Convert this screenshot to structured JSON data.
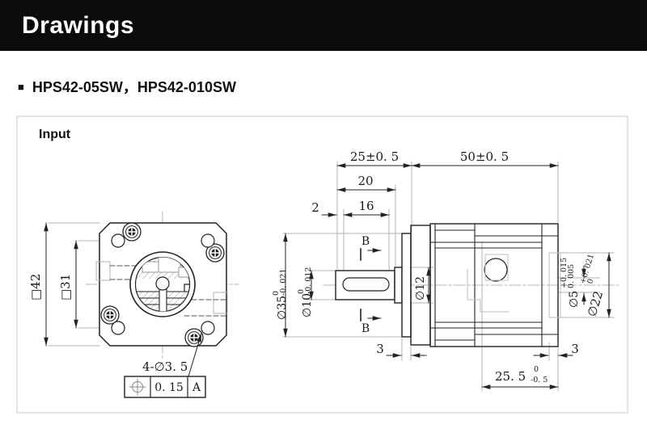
{
  "header": {
    "title": "Drawings"
  },
  "subtitle": {
    "bullet": "■",
    "text": "HPS42-05SW，HPS42-010SW"
  },
  "panel": {
    "label": "Input"
  },
  "icons": {
    "bullet_square": "black-square-bullet",
    "position_tolerance": "position-tolerance-crosshair",
    "screws": "cross-head-screw"
  },
  "front_view": {
    "dims": {
      "outer_square": "□42",
      "inner_square": "□31",
      "holes_note": "4-∅3. 5"
    },
    "tolerance_frame": {
      "value": "0. 15",
      "datum": "A"
    }
  },
  "side_view": {
    "section_label": "B",
    "dims": {
      "len25": "25±0. 5",
      "len50": "50±0. 5",
      "len20": "20",
      "len16": "16",
      "len2": "2",
      "boss_3": "3",
      "cap_3": "3",
      "depth255": {
        "main": "25. 5",
        "up": "0",
        "low": "-0. 5"
      },
      "d35": {
        "main": "∅35",
        "up": "0",
        "low": "-0. 021"
      },
      "d10": {
        "main": "∅10",
        "up": "0",
        "low": "-0. 012"
      },
      "d12": {
        "main": "∅12"
      },
      "d5": {
        "main": "∅5",
        "up": "+0. 015",
        "low": "0. 005"
      },
      "d22": {
        "main": "∅22",
        "up": "+0. 021",
        "low": "0"
      }
    }
  }
}
